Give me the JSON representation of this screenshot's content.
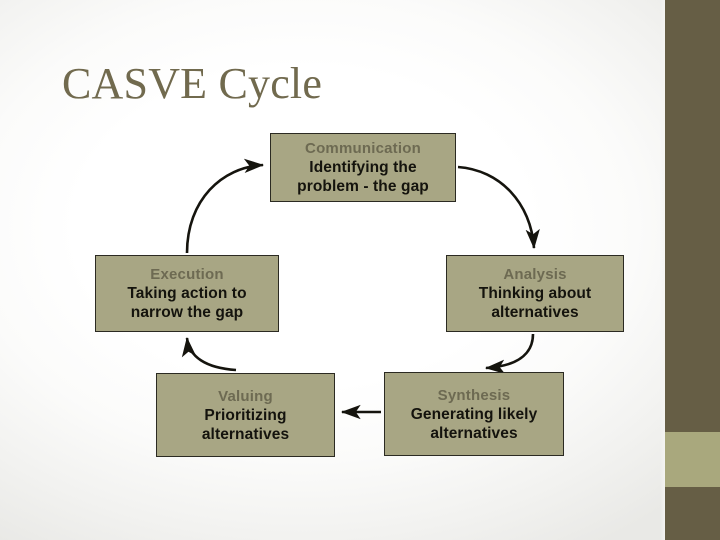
{
  "slide": {
    "title": "CASVE Cycle",
    "colors": {
      "accent_dark": "#665E45",
      "accent_light": "#A9A87D",
      "box_fill": "#A8A684",
      "box_border": "#2b2a22",
      "title_text": "#716A4E",
      "heading_text": "#6d6a52",
      "body_text": "#14130d",
      "background": "#ffffff"
    }
  },
  "diagram": {
    "type": "cycle",
    "nodes": [
      {
        "id": "communication",
        "heading": "Communication",
        "body_line1": "Identifying the",
        "body_line2": "problem - the gap"
      },
      {
        "id": "analysis",
        "heading": "Analysis",
        "body_line1": "Thinking about",
        "body_line2": "alternatives"
      },
      {
        "id": "synthesis",
        "heading": "Synthesis",
        "body_line1": "Generating likely",
        "body_line2": "alternatives"
      },
      {
        "id": "valuing",
        "heading": "Valuing",
        "body_line1": "Prioritizing",
        "body_line2": "alternatives"
      },
      {
        "id": "execution",
        "heading": "Execution",
        "body_line1": "Taking action to",
        "body_line2": "narrow the gap"
      }
    ],
    "arrows": [
      {
        "id": "communication-to-analysis",
        "from": "communication",
        "to": "analysis",
        "shape": "curve"
      },
      {
        "id": "analysis-to-synthesis",
        "from": "analysis",
        "to": "synthesis",
        "shape": "curve"
      },
      {
        "id": "synthesis-to-valuing",
        "from": "synthesis",
        "to": "valuing",
        "shape": "straight"
      },
      {
        "id": "valuing-to-execution",
        "from": "valuing",
        "to": "execution",
        "shape": "curve"
      },
      {
        "id": "execution-to-communication",
        "from": "execution",
        "to": "communication",
        "shape": "curve"
      }
    ]
  },
  "sidebar": {
    "dark_band": "decorative-dark-band",
    "accent_band": "decorative-accent-band"
  }
}
